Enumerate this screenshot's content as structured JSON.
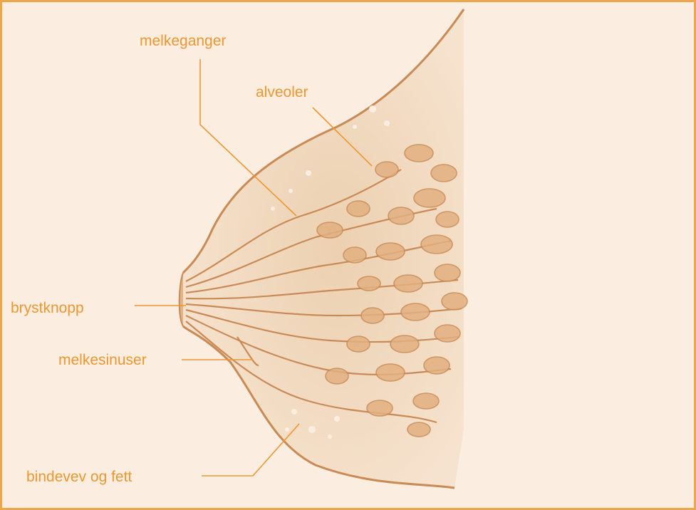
{
  "labels": {
    "milk_ducts": "melkeganger",
    "alveoli": "alveoler",
    "nipple": "brystknopp",
    "milk_sinuses": "melkesinuser",
    "connective_tissue": "bindevev og fett"
  },
  "colors": {
    "frame": "#eda64a",
    "background": "#fbeee0",
    "label_text": "#ee9630",
    "tissue_outline": "#c98a55",
    "tissue_fill": "#e8c39a",
    "lobule_fill": "#d79a62"
  }
}
